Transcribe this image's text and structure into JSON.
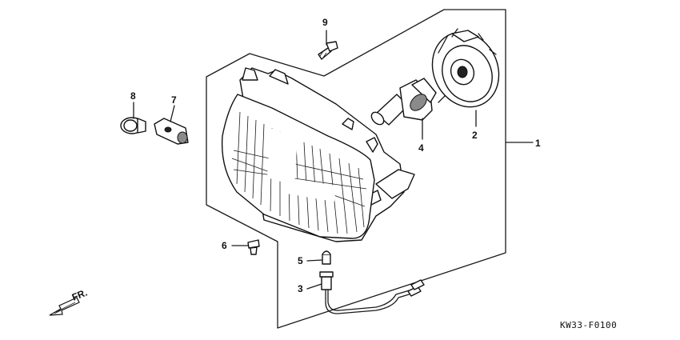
{
  "diagram": {
    "callouts": [
      {
        "id": "1",
        "label": "1"
      },
      {
        "id": "2",
        "label": "2"
      },
      {
        "id": "3",
        "label": "3"
      },
      {
        "id": "4",
        "label": "4"
      },
      {
        "id": "5",
        "label": "5"
      },
      {
        "id": "6",
        "label": "6"
      },
      {
        "id": "7",
        "label": "7"
      },
      {
        "id": "8",
        "label": "8"
      },
      {
        "id": "9",
        "label": "9"
      }
    ],
    "direction_label": "FR.",
    "figure_code": "KW33-F0100"
  }
}
